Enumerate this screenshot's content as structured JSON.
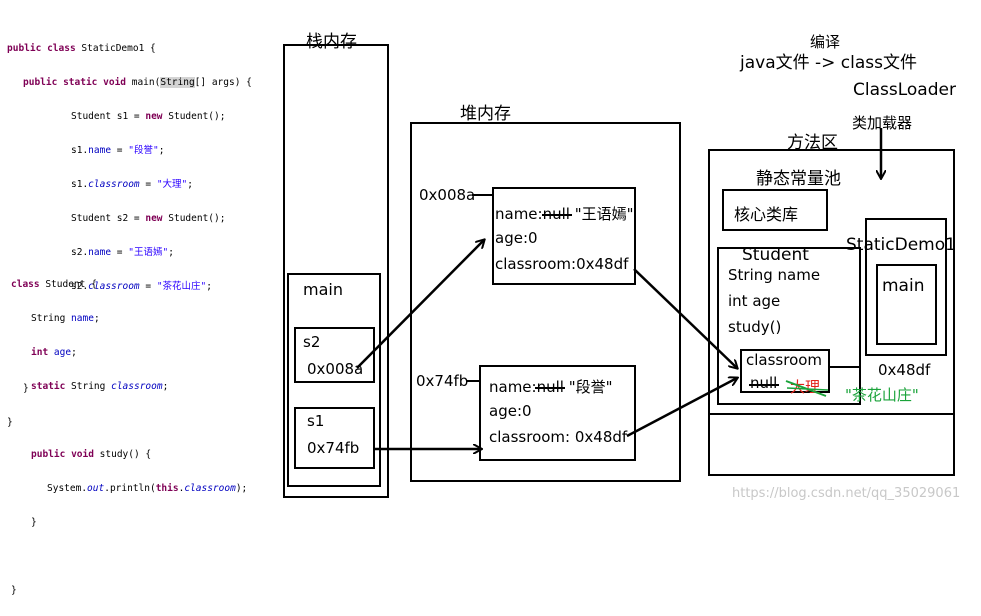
{
  "code": {
    "demo": {
      "l1": {
        "kw1": "public",
        "kw2": "class",
        "name": " StaticDemo1 {"
      },
      "l2": {
        "kw1": "public",
        "kw2": "static",
        "kw3": "void",
        "mid": " main(",
        "hl": "String",
        "rest": "[] args) {"
      },
      "l3": {
        "a": "Student s1 = ",
        "kw": "new",
        "b": " Student();"
      },
      "l4": {
        "a": "s1.",
        "f": "name",
        "b": " = ",
        "s": "\"段誉\"",
        "c": ";"
      },
      "l5": {
        "a": "s1.",
        "f": "classroom",
        "b": " = ",
        "s": "\"大理\"",
        "c": ";"
      },
      "l6": {
        "a": "Student s2 = ",
        "kw": "new",
        "b": " Student();"
      },
      "l7": {
        "a": "s2.",
        "f": "name",
        "b": " = ",
        "s": "\"王语嫣\"",
        "c": ";"
      },
      "l8": {
        "a": "s2.",
        "f": "classroom",
        "b": " = ",
        "s": "\"茶花山庄\"",
        "c": ";"
      },
      "close1": "}",
      "close2": "}"
    },
    "student": {
      "l1": {
        "kw": "class",
        "rest": " Student {"
      },
      "l2": {
        "a": "String ",
        "f": "name",
        "c": ";"
      },
      "l3": {
        "kw": "int",
        "a": " ",
        "f": "age",
        "c": ";"
      },
      "l4": {
        "kw": "static",
        "a": " String ",
        "f": "classroom",
        "c": ";"
      },
      "l5": {
        "kw1": "public",
        "kw2": "void",
        "rest": " study() {"
      },
      "l6": {
        "a": "System.",
        "f": "out",
        "b": ".println(",
        "kw": "this",
        "c": ".",
        "f2": "classroom",
        "d": ");"
      },
      "close1": "}",
      "close2": "}"
    }
  },
  "stack": {
    "title": "栈内存",
    "frame": "main",
    "s2": {
      "name": "s2",
      "addr": "0x008a"
    },
    "s1": {
      "name": "s1",
      "addr": "0x74fb"
    }
  },
  "heap": {
    "title": "堆内存",
    "obj1": {
      "addr": "0x008a",
      "name_line": "name:null",
      "name_val": "\"王语嫣\"",
      "age": "age:0",
      "classroom": "classroom:0x48df"
    },
    "obj2": {
      "addr": "0x74fb",
      "name_line": "name:null",
      "name_val": "\"段誉\"",
      "age": "age:0",
      "classroom": "classroom: 0x48df"
    }
  },
  "compile": {
    "title": "编译",
    "from_to": "java文件 -> class文件",
    "loader": "ClassLoader",
    "loader_cn": "类加载器"
  },
  "method_area": {
    "title": "方法区",
    "pool": "静态常量池",
    "core_lib": "核心类库",
    "student": {
      "title": "Student",
      "f1": "String name",
      "f2": "int age",
      "m1": "study()"
    },
    "static_demo": {
      "title": "StaticDemo1",
      "method": "main"
    },
    "classroom": {
      "label": "classroom",
      "null_val": "null",
      "old_val": "大理",
      "new_val": "\"茶花山庄\"",
      "addr": "0x48df"
    }
  },
  "watermark": "https://blog.csdn.net/qq_35029061",
  "colors": {
    "keyword": "#7f0055",
    "string": "#2a00ff",
    "field": "#0000c0",
    "new_value": "#1aa33a",
    "old_value": "#e2231a"
  }
}
